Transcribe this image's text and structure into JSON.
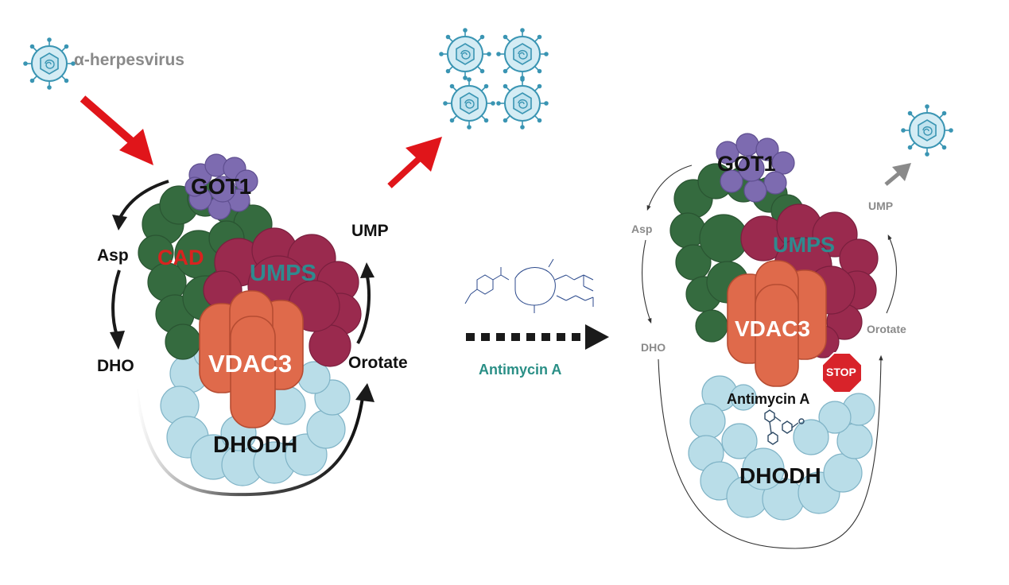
{
  "colors": {
    "got1": "#7d6bb0",
    "cad": "#356b3f",
    "umps": "#9a2a4e",
    "vdac3": "#df6a4b",
    "dhodh": "#b9dde8",
    "red_arrow": "#e0151a",
    "teal_text": "#2a8f86",
    "cad_text": "#d8231f",
    "umps_text": "#2f8a8f",
    "gray_text": "#8a8a8a",
    "stop_red": "#d8232a",
    "virus_fill": "#d4ecf4",
    "virus_stroke": "#3a95b3"
  },
  "left_panel": {
    "virus_label": "α-herpesvirus",
    "got1": "GOT1",
    "cad": "CAD",
    "umps": "UMPS",
    "vdac3": "VDAC3",
    "dhodh": "DHODH",
    "asp": "Asp",
    "dho": "DHO",
    "orotate": "Orotate",
    "ump": "UMP"
  },
  "middle": {
    "drug_label": "Antimycin A"
  },
  "right_panel": {
    "got1": "GOT1",
    "umps": "UMPS",
    "vdac3": "VDAC3",
    "dhodh": "DHODH",
    "asp": "Asp",
    "dho": "DHO",
    "orotate": "Orotate",
    "ump": "UMP",
    "stop": "STOP",
    "inhibitor_label": "Antimycin A"
  },
  "icons": {
    "virus": "virus-icon",
    "stop": "stop-sign-icon",
    "molecule": "antimycin-structure-icon"
  }
}
